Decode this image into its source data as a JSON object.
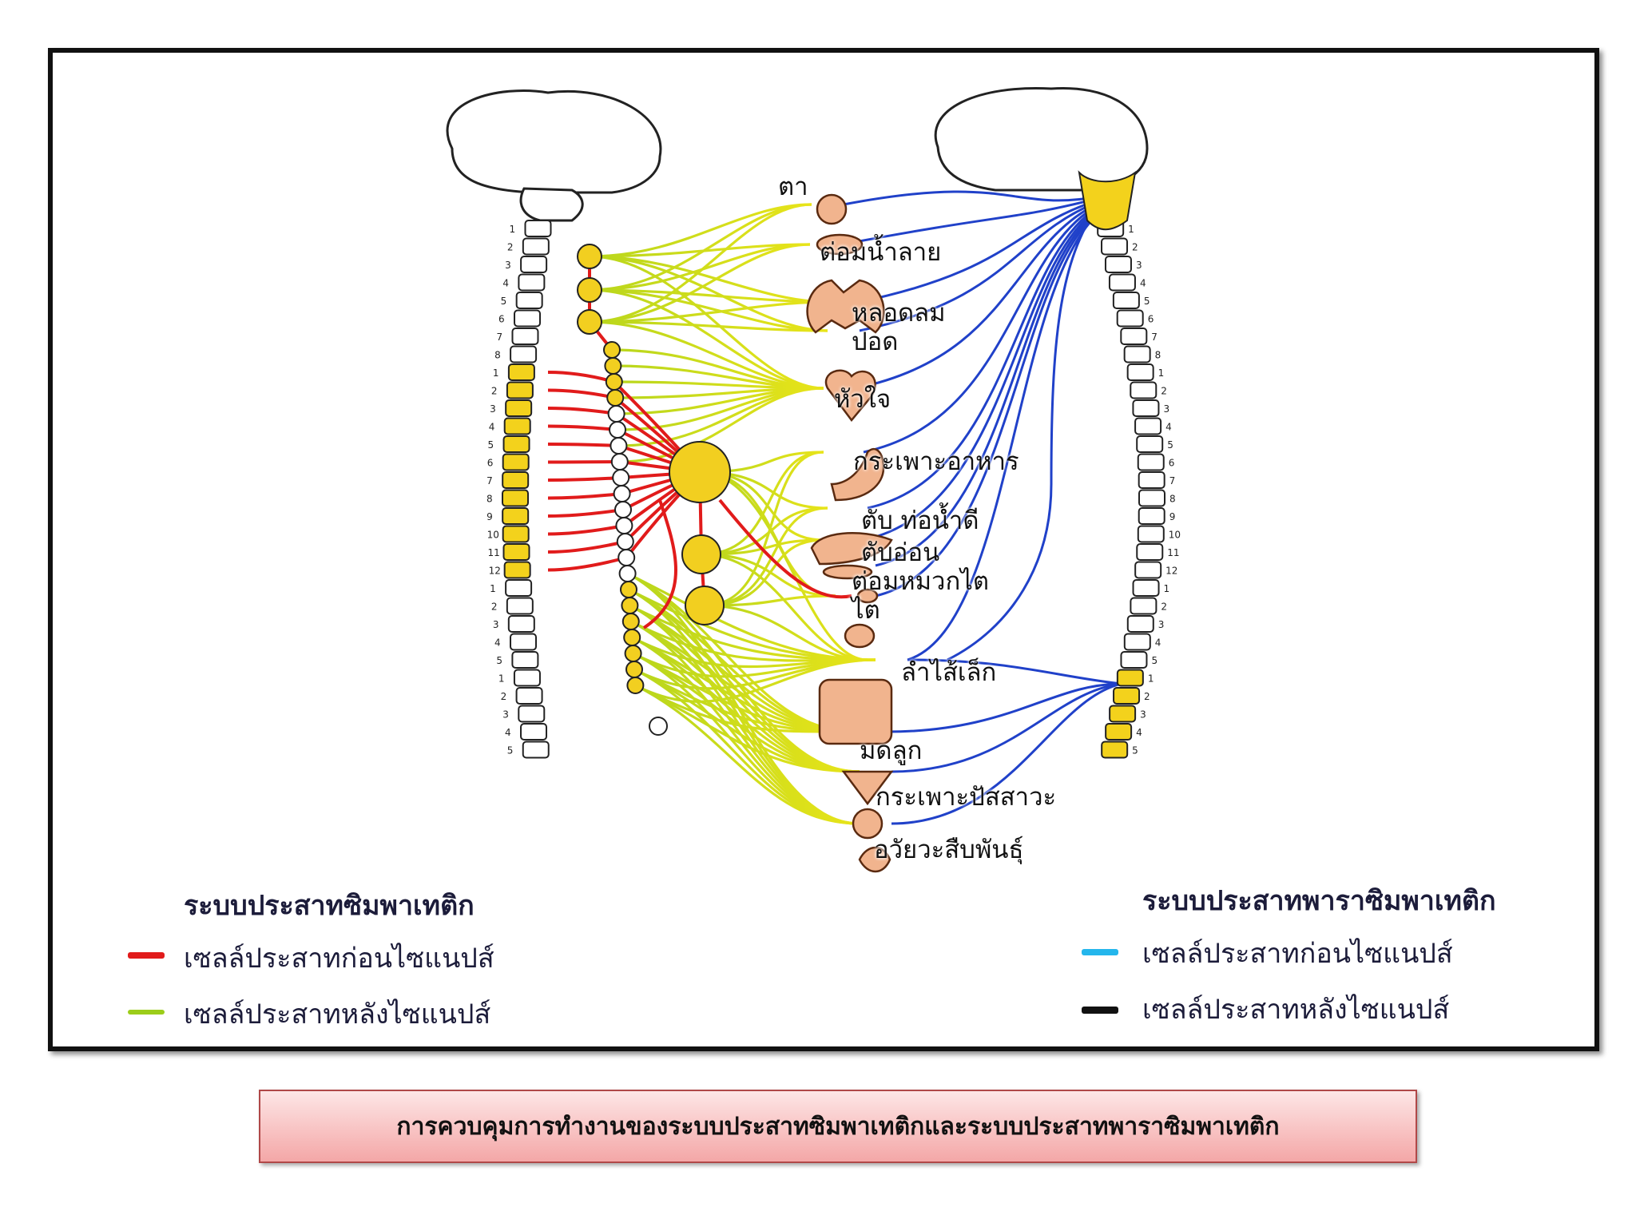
{
  "organs": [
    {
      "key": "eye",
      "label": "ตา"
    },
    {
      "key": "salivary",
      "label": "ต่อมน้ำลาย"
    },
    {
      "key": "trachea",
      "label": "หลอดลม"
    },
    {
      "key": "lung",
      "label": "ปอด"
    },
    {
      "key": "heart",
      "label": "หัวใจ"
    },
    {
      "key": "stomach",
      "label": "กระเพาะอาหาร"
    },
    {
      "key": "liver",
      "label": "ตับ ท่อน้ำดี"
    },
    {
      "key": "pancreas",
      "label": "ตับอ่อน"
    },
    {
      "key": "adrenal",
      "label": "ต่อมหมวกไต"
    },
    {
      "key": "kidney",
      "label": "ไต"
    },
    {
      "key": "intestine",
      "label": "ลำไส้เล็ก"
    },
    {
      "key": "uterus",
      "label": "มดลูก"
    },
    {
      "key": "bladder",
      "label": "กระเพาะปัสสาวะ"
    },
    {
      "key": "genitals",
      "label": "อวัยวะสืบพันธุ์"
    }
  ],
  "legend": {
    "sympathetic": {
      "title": "ระบบประสาทซิมพาเทติก",
      "pre": {
        "label": "เซลล์ประสาทก่อนไซแนปส์",
        "color": "#e11b1b"
      },
      "post": {
        "label": "เซลล์ประสาทหลังไซแนปส์",
        "color": "#9ccd1a"
      }
    },
    "parasympathetic": {
      "title": "ระบบประสาทพาราซิมพาเทติก",
      "pre": {
        "label": "เซลล์ประสาทก่อนไซแนปส์",
        "color": "#24b6ec"
      },
      "post": {
        "label": "เซลล์ประสาทหลังไซแนปส์",
        "color": "#111111"
      }
    }
  },
  "spine_numbers": {
    "cervical": [
      "1",
      "2",
      "3",
      "4",
      "5",
      "6",
      "7",
      "8"
    ],
    "thoracic": [
      "1",
      "2",
      "3",
      "4",
      "5",
      "6",
      "7",
      "8",
      "9",
      "10",
      "11",
      "12"
    ],
    "lumbar": [
      "1",
      "2",
      "3",
      "4",
      "5"
    ],
    "sacral": [
      "1",
      "2",
      "3",
      "4",
      "5"
    ]
  },
  "colors": {
    "sym_pre": "#e11b1b",
    "sym_post_a": "#b8d61c",
    "sym_post_b": "#e8e41a",
    "para": "#1f3cc4",
    "ganglion": "#f2cf20",
    "segment": "#f3d21c"
  },
  "caption": "การควบคุมการทำงานของระบบประสาทซิมพาเทติกและระบบประสาทพาราซิมพาเทติก"
}
